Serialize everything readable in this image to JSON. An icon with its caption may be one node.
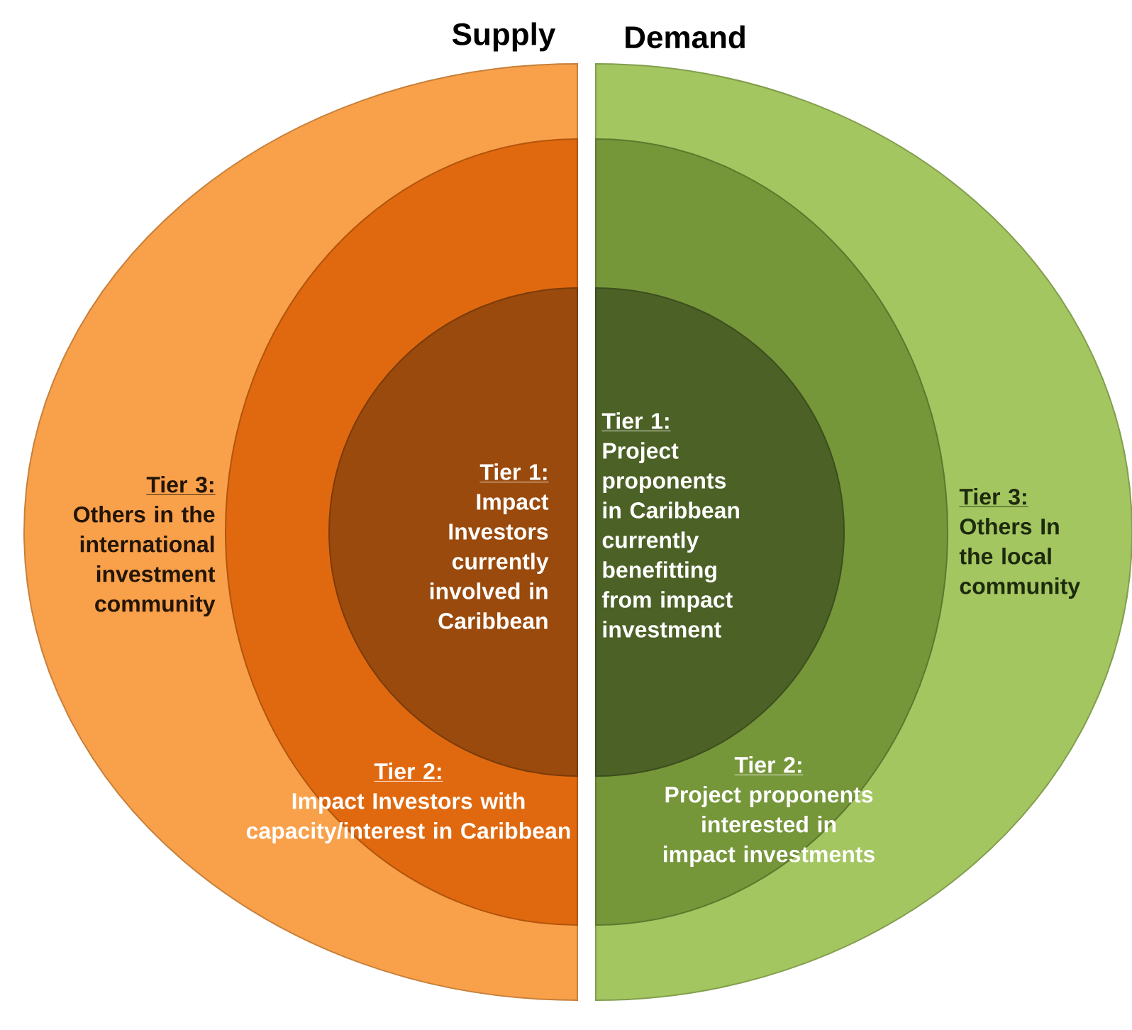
{
  "diagram": {
    "nodes": [
      {
        "text": [
          "Tier 3:",
          "Others in the international investment community"
        ]
      },
      {
        "text": [
          "Tier 2:",
          "Impact Investors with capacity/interest in Caribbean"
        ],
        "in": 0
      },
      {
        "text": [
          "Tier 1:",
          "Impact Investors currently involved in Caribbean"
        ],
        "in": 1
      },
      {
        "text": [
          "Tier 3:",
          "Others In the local community"
        ]
      },
      {
        "text": [
          "Tier 2:",
          "Project proponents interested in impact investments"
        ],
        "in": 3
      },
      {
        "text": [
          "Tier 1:",
          "Project proponents in Caribbean currently benefitting from impact investment"
        ],
        "in": 4
      }
    ],
    "labels": [
      "Supply",
      "Demand"
    ]
  }
}
